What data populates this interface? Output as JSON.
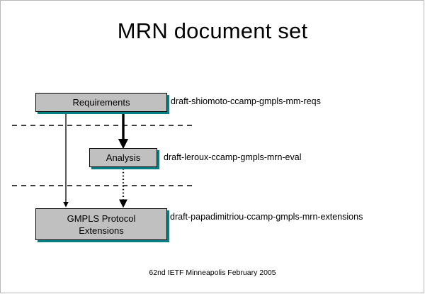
{
  "slide": {
    "title": "MRN document set",
    "footer": "62nd IETF Minneapolis February 2005",
    "background_color": "#ffffff",
    "text_color": "#000000"
  },
  "diagram": {
    "box_fill_color": "#c0c0c0",
    "box_border_color": "#000000",
    "box_shadow_color": "#008080",
    "connector_color": "#000000",
    "separator_color": "#000000",
    "nodes": [
      {
        "id": "requirements",
        "label": "Requirements",
        "caption": "draft-shiomoto-ccamp-gmpls-mm-reqs"
      },
      {
        "id": "analysis",
        "label": "Analysis",
        "caption": "draft-leroux-ccamp-gmpls-mrn-eval"
      },
      {
        "id": "extensions",
        "label": "GMPLS Protocol Extensions",
        "label_line_1": "GMPLS Protocol",
        "label_line_2": "Extensions",
        "caption": "draft-papadimitriou-ccamp-gmpls-mrn-extensions"
      }
    ],
    "connectors": [
      {
        "id": "requirements-to-extensions",
        "style": "solid-thin",
        "from": "requirements",
        "to": "extensions"
      },
      {
        "id": "requirements-to-analysis",
        "style": "solid-thick",
        "from": "requirements",
        "to": "analysis"
      },
      {
        "id": "analysis-to-extensions",
        "style": "dotted",
        "from": "analysis",
        "to": "extensions"
      }
    ],
    "separators": [
      {
        "id": "separator-upper",
        "style": "dashed"
      },
      {
        "id": "separator-lower",
        "style": "dashed"
      }
    ]
  }
}
